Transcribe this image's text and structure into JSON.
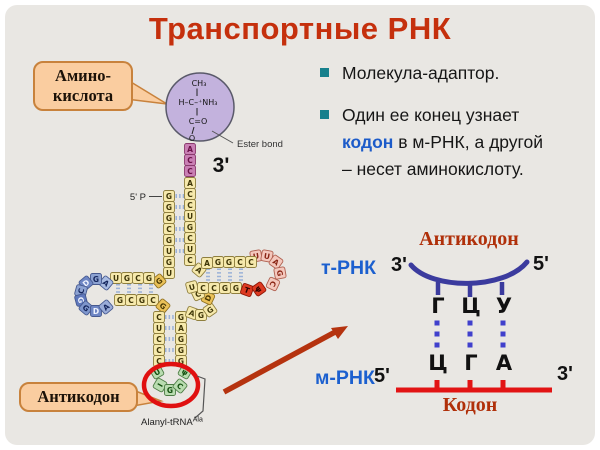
{
  "slide": {
    "title": "Транспортные РНК"
  },
  "colors": {
    "title": "#C5300D",
    "bullet_square": "#17808C",
    "accent_blue": "#1C5BC9",
    "label_blue": "#1C60CF",
    "label_dark_red": "#B0300A",
    "arc_blue": "#3B3B9E",
    "dots_blue": "#4040CC",
    "mrna_red": "#E21414",
    "arrow_red": "#B5330F",
    "highlight_circle_red": "#E01010",
    "callout_bg": "#FACDA0",
    "callout_border": "#C8823C",
    "background": "#E9E7E3"
  },
  "bullets": [
    {
      "segments": [
        {
          "text": "Молекула-адаптор."
        }
      ]
    },
    {
      "segments": [
        {
          "text": "Один ее конец узнает\n"
        },
        {
          "text": "кодон",
          "accent": true
        },
        {
          "text": " в м-РНК, а другой\n– несет аминокислоту."
        }
      ]
    }
  ],
  "callouts": {
    "amino_acid": "Амино-\nкислота",
    "anticodon": "Антикодон"
  },
  "trna_diagram": {
    "amino_acid_formula": {
      "line1": "CH₃",
      "line2": "H–C–⁺NH₃",
      "line3": "C=O",
      "line4": "O"
    },
    "ester_bond_label": "Ester bond",
    "three_prime": "3'",
    "five_prime": "5' P",
    "alanyl_label": "Alanyl-tRNA",
    "alanyl_sup": "Ala",
    "regions": {
      "acceptor_end": [
        "A",
        "C",
        "C"
      ],
      "acceptor_3p": [
        "A",
        "C",
        "C",
        "U",
        "G",
        "C",
        "U",
        "C"
      ],
      "acceptor_corner": [
        "A"
      ],
      "acceptor_5p": [
        "G",
        "G",
        "G",
        "C",
        "G",
        "U",
        "G",
        "U"
      ],
      "corner_m1": [
        "G"
      ],
      "d_top": [
        "U",
        "G",
        "C",
        "G"
      ],
      "d_loop": [
        "A",
        "G",
        "D",
        "C",
        "G",
        "G",
        "D",
        "A"
      ],
      "d_bottom": [
        "G",
        "C",
        "G",
        "C"
      ],
      "corner_m2": [
        "G"
      ],
      "ac_5p": [
        "C",
        "U",
        "C",
        "C",
        "C"
      ],
      "ac_3p": [
        "G",
        "A",
        "G",
        "G",
        "G"
      ],
      "ac_loop": [
        "U",
        "I",
        "G",
        "C",
        "ψ"
      ],
      "var_loop": [
        "A",
        "G",
        "G",
        "D",
        "C"
      ],
      "t_bottom": [
        "U",
        "C",
        "C",
        "G",
        "G"
      ],
      "t_red": [
        "T",
        "ψ"
      ],
      "t_loop": [
        "U",
        "U",
        "A",
        "G",
        "C"
      ],
      "t_top": [
        "A",
        "G",
        "G",
        "C",
        "C"
      ]
    }
  },
  "pairing_diagram": {
    "anticodon_title": "Антикодон",
    "codon_title": "Кодон",
    "trna_label": "т-РНК",
    "mrna_label": "м-РНК",
    "trna_left": "3'",
    "trna_right": "5'",
    "mrna_left": "5'",
    "mrna_right": "3'",
    "anticodon_letters": [
      "Г",
      "Ц",
      "У"
    ],
    "codon_letters": [
      "Ц",
      "Г",
      "А"
    ]
  }
}
